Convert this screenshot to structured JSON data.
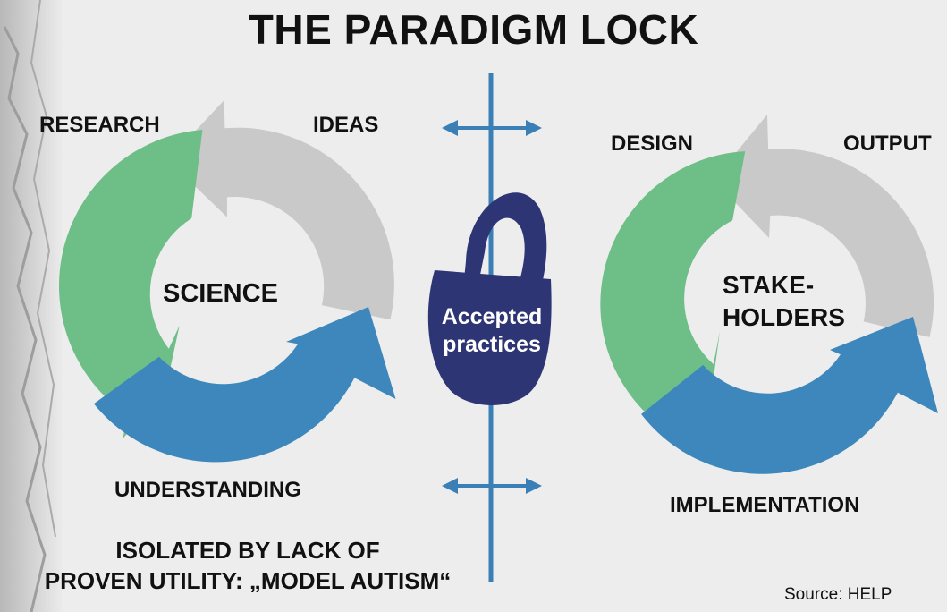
{
  "title": "THE PARADIGM LOCK",
  "left_cycle": {
    "center": "SCIENCE",
    "research": "RESEARCH",
    "ideas": "IDEAS",
    "understanding": "UNDERSTANDING"
  },
  "right_cycle": {
    "center_line1": "STAKE-",
    "center_line2": "HOLDERS",
    "design": "DESIGN",
    "output": "OUTPUT",
    "implementation": "IMPLEMENTATION"
  },
  "lock": {
    "line1": "Accepted",
    "line2": "practices"
  },
  "caption": {
    "line1": "ISOLATED BY LACK OF",
    "line2": "PROVEN UTILITY: „MODEL AUTISM“"
  },
  "source": "Source: HELP",
  "colors": {
    "green": "#6dbe87",
    "gray": "#c9c9c9",
    "blue": "#3d87bd",
    "lock": "#2e3575",
    "axis": "#3a7fb5",
    "background": "#ededed"
  }
}
